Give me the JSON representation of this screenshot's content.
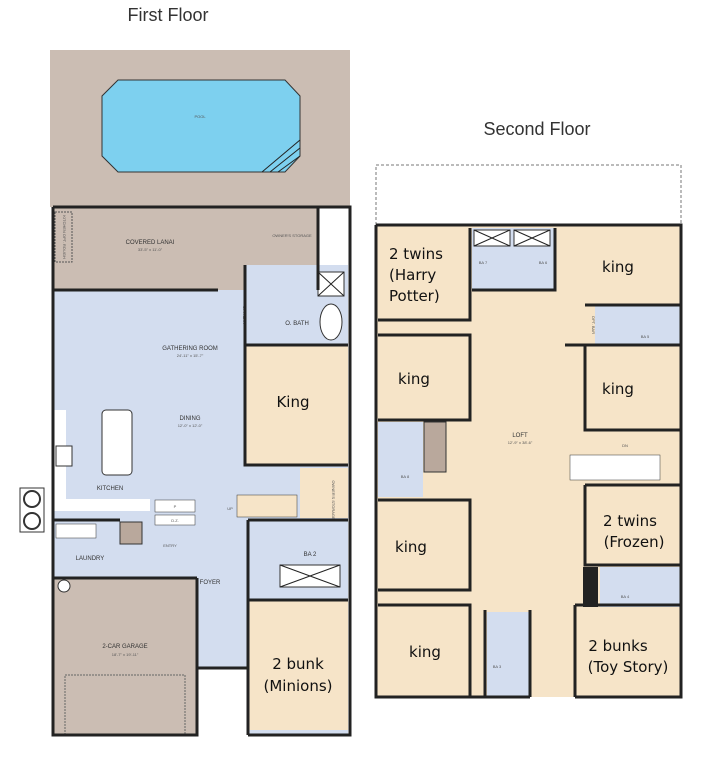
{
  "titles": {
    "first_floor": "First Floor",
    "second_floor": "Second Floor"
  },
  "colors": {
    "patio": "#cbbdb3",
    "common": "#d3ddef",
    "bedroom": "#f6e4c8",
    "pool": "#7dd0ef",
    "wall": "#222222"
  },
  "first_floor": {
    "pool": "POOL",
    "covered_lanai": {
      "name": "COVERED LANAI",
      "dims": "33'-5\" x 11'-0\""
    },
    "outdoor_kitchen": "KITCHEN OPT. ROUGH",
    "owners_storage": "OWNER'S STORAGE",
    "o_bath": "O. BATH",
    "opt_bar": "OPT. BAR",
    "gathering_room": {
      "name": "GATHERING ROOM",
      "dims": "24'-11\" x 15'-7\""
    },
    "dining": {
      "name": "DINING",
      "dims": "12'-0\" x 12'-0\""
    },
    "kitchen": "KITCHEN",
    "king": "King",
    "owners_storage_2": "OWNER'S STORAGE",
    "up": "UP",
    "pantry": "P",
    "dz": "D.Z.",
    "entry": "ENTRY",
    "laundry": "LAUNDRY",
    "ba2": "BA 2",
    "foyer": "FOYER",
    "garage": {
      "name": "2-CAR GARAGE",
      "dims": "18'-7\" x 19'-11\""
    },
    "bunk_room": [
      "2 bunk",
      "(Minions)"
    ]
  },
  "second_floor": {
    "twins_hp": [
      "2 twins",
      "(Harry",
      "Potter)"
    ],
    "ba7": "BA 7",
    "ba6": "BA 6",
    "king_tr": "king",
    "opt_bar": "OPT. BAR",
    "ba5": "BA 5",
    "king_l1": "king",
    "king_r": "king",
    "loft": {
      "name": "LOFT",
      "dims": "12'-9\" x 38'-6\""
    },
    "dn": "DN",
    "ba8": "BA 8",
    "king_l2": "king",
    "twins_frozen": [
      "2 twins",
      "(Frozen)"
    ],
    "ba4": "BA 4",
    "king_l3": "king",
    "ba3": "BA 3",
    "bunks_ts": [
      "2 bunks",
      "(Toy Story)"
    ]
  }
}
